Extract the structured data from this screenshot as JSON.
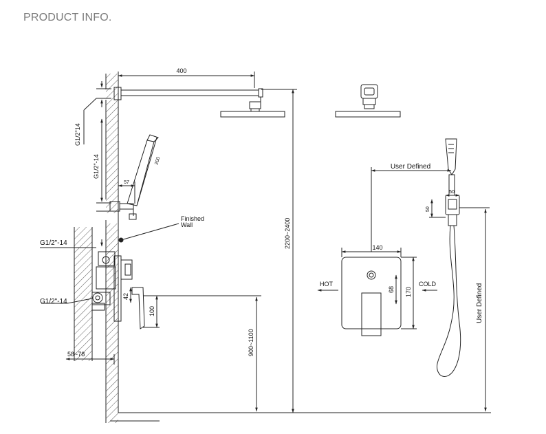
{
  "header": {
    "title": "PRODUCT INFO."
  },
  "labels": {
    "arm_length": "400",
    "inlet_top": "G1/2\"14",
    "inlet_bracket": "G1/2\"-14",
    "bracket_57": "57",
    "handshower_200": "200",
    "finished_wall_1": "Finished",
    "finished_wall_2": "Wall",
    "inlet_valve_1": "G1/2\"-14",
    "inlet_valve_2": "G1/2\"-14",
    "dim_42": "42",
    "dim_100": "100",
    "wall_depth": "58~78",
    "valve_height": "900~1100",
    "head_height": "2200~2400",
    "user_defined_top": "User Defined",
    "holder_50_w": "50",
    "holder_50_h": "50",
    "plate_width": "140",
    "plate_height": "170",
    "knob_68": "68",
    "hot": "HOT",
    "cold": "COLD",
    "user_defined_side": "User Defined"
  },
  "colors": {
    "line": "#222222",
    "title": "#7b7b7b"
  }
}
